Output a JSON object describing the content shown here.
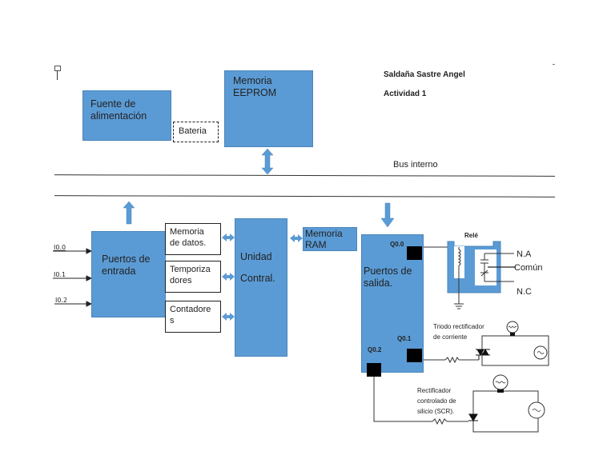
{
  "header": {
    "author": "Saldaña Sastre Angel",
    "activity": "Actividad 1"
  },
  "top_blocks": {
    "power_supply": "Fuente de alimentación",
    "battery": "Bateria",
    "eeprom": "Memoria EEPROM"
  },
  "bus": {
    "label": "Bus interno"
  },
  "inputs": {
    "block_label": "Puertos de entrada",
    "lines": [
      "I0.0",
      "I0.1",
      "I0.2"
    ]
  },
  "middle_boxes": {
    "data_memory": "Memoria de datos.",
    "timers": "Temporiza dores",
    "counters": "Contadore s"
  },
  "cpu": {
    "line1": "Unidad",
    "line2": "Contral."
  },
  "ram": {
    "label": "Memoria RAM"
  },
  "outputs": {
    "block_label": "Puertos de salida.",
    "ports": [
      "Q0.0",
      "Q0.1",
      "Q0.2"
    ]
  },
  "relay": {
    "title": "Relé",
    "na": "N.A",
    "common": "Común",
    "nc": "N.C"
  },
  "triac": {
    "label": "Triodo rectificador de corriente"
  },
  "scr": {
    "label": "Rectificador controlado de silicio (SCR)."
  },
  "colors": {
    "block_fill": "#5b9bd5",
    "port_fill": "#000000",
    "line": "#333333"
  }
}
